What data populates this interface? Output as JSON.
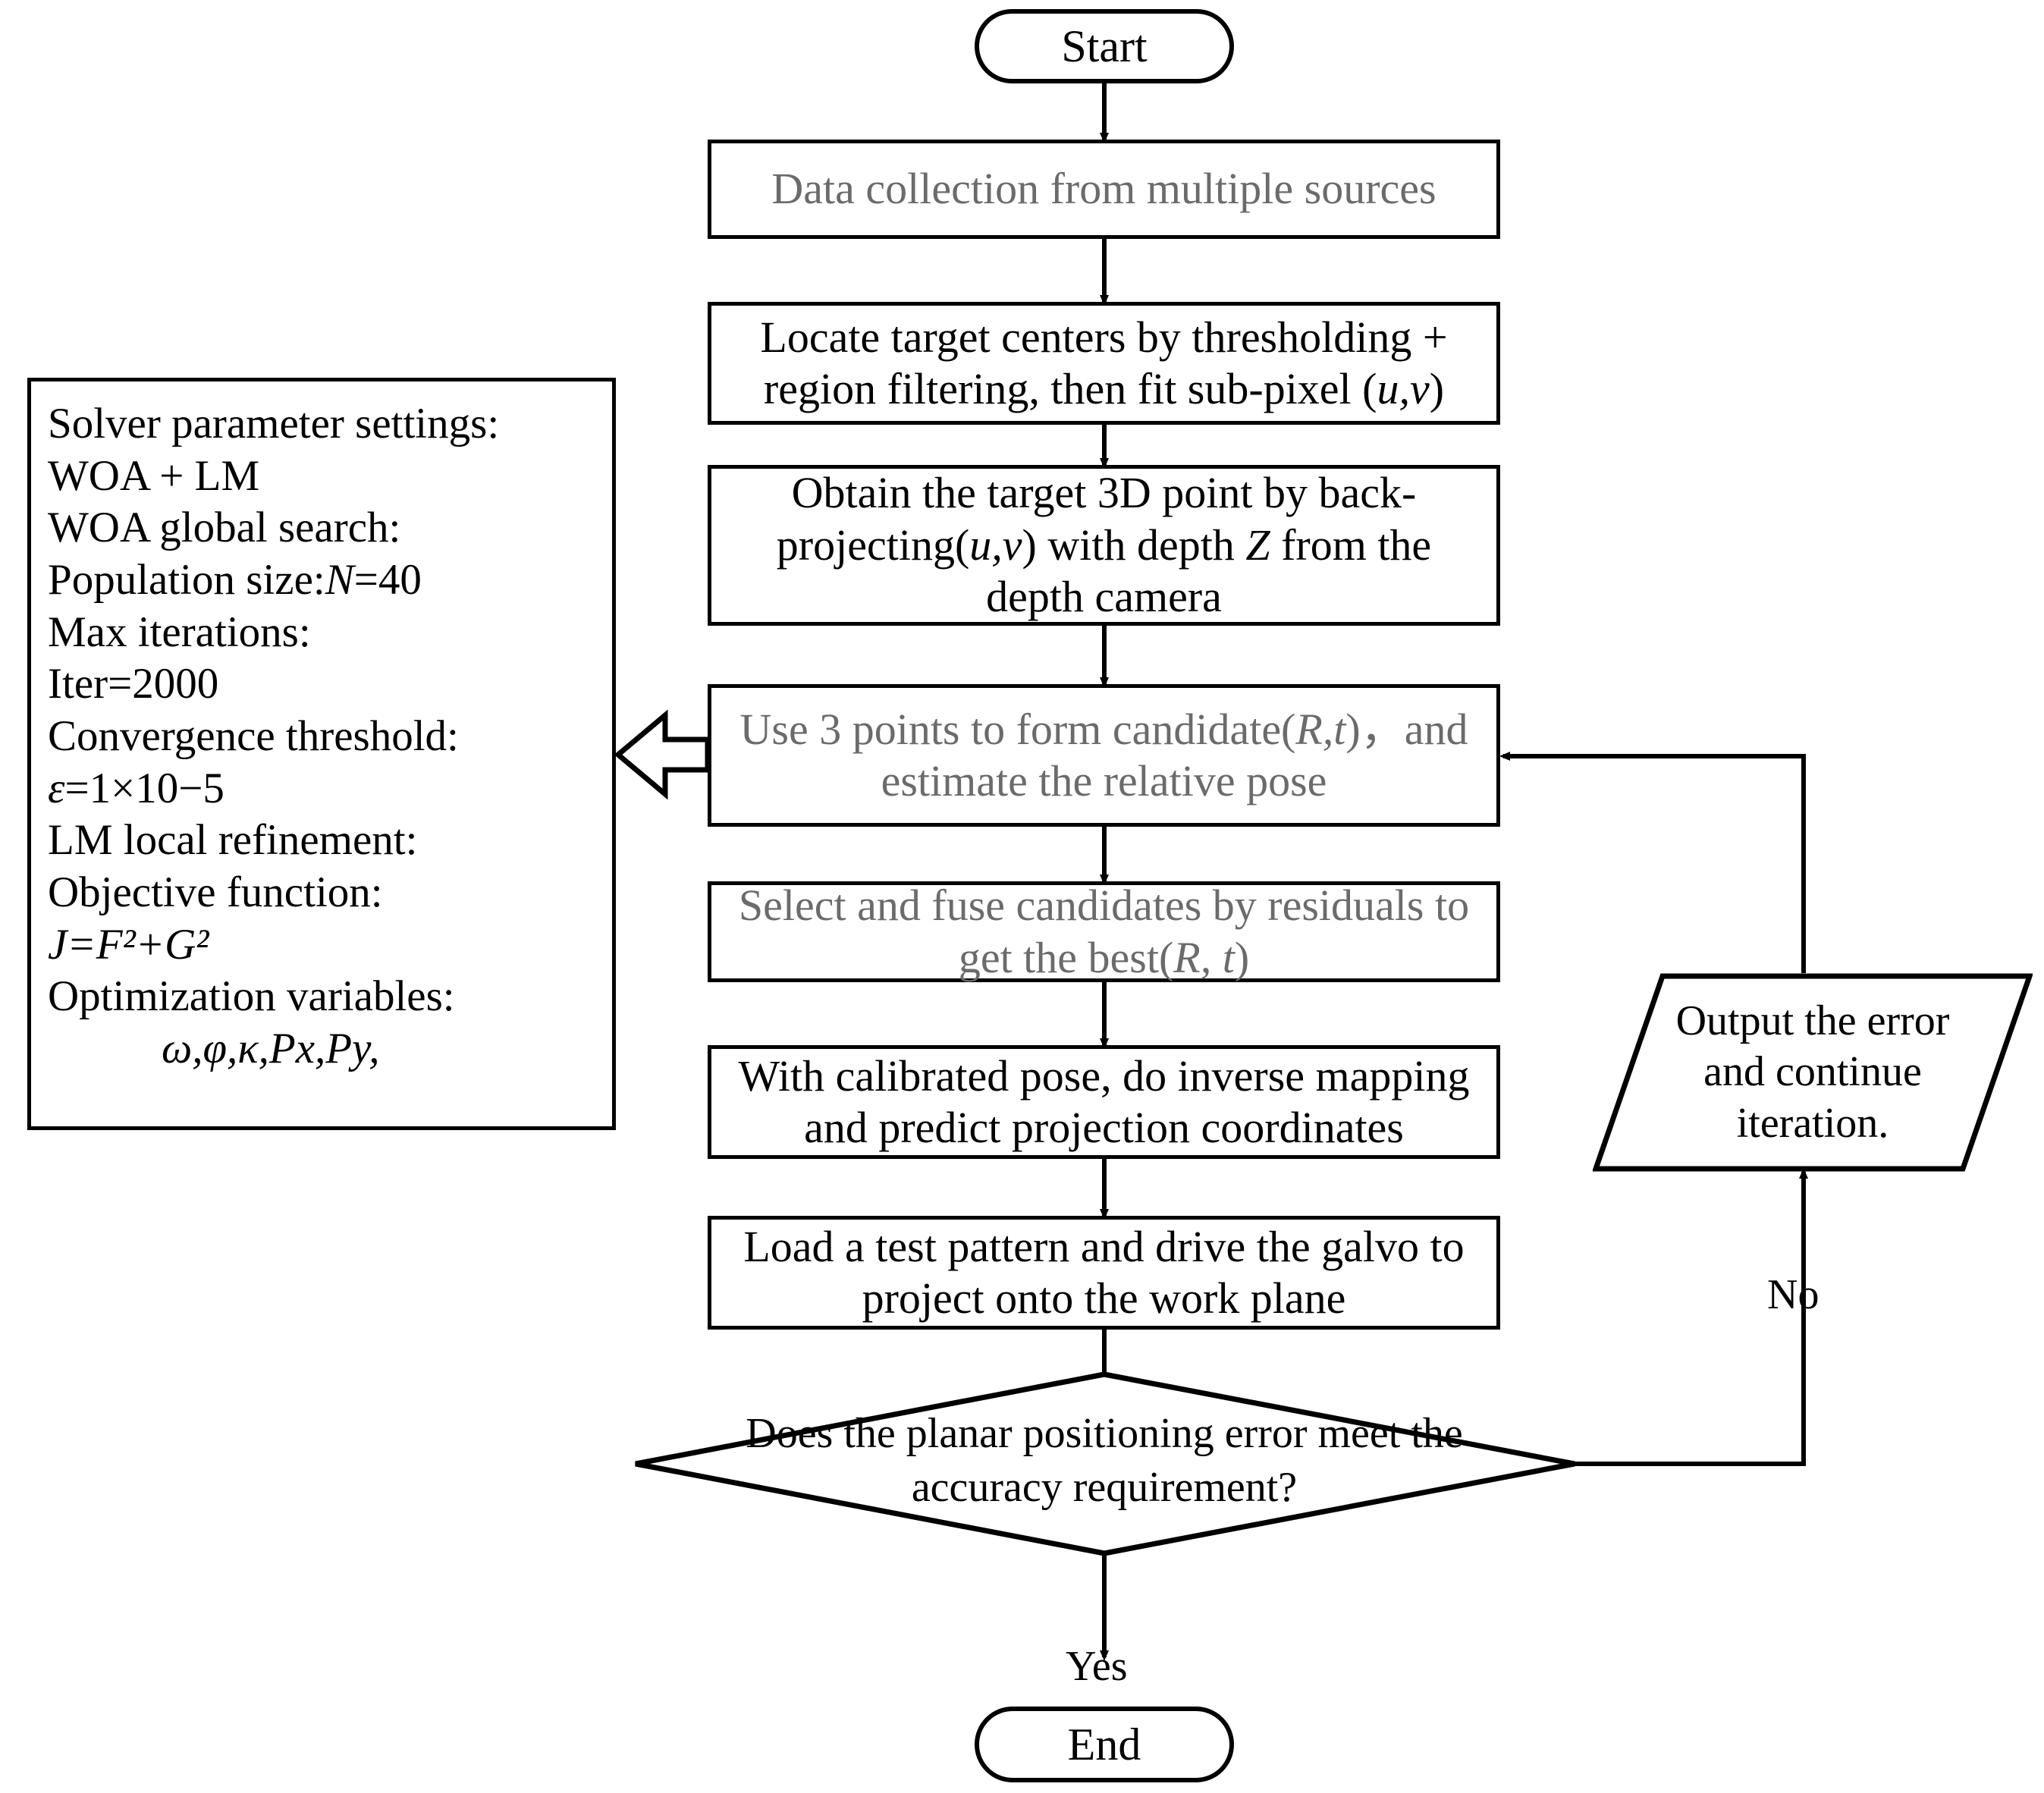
{
  "diagram": {
    "title": "Calibration and verification flowchart",
    "background": "#ffffff",
    "stroke_color": "#000000",
    "gray_text_color": "#6b6b6b"
  },
  "nodes": {
    "start": {
      "label": "Start",
      "shape": "terminator",
      "text_color": "black"
    },
    "data_collection": {
      "label": "Data collection from multiple sources",
      "shape": "process",
      "text_color": "gray"
    },
    "locate_targets": {
      "line1": "Locate target centers by thresholding +",
      "line2_pre": "region filtering, then fit sub-pixel (",
      "line2_math": "u,v",
      "line2_post": ")",
      "shape": "process",
      "text_color": "black"
    },
    "backproject": {
      "line1": "Obtain the target 3D point by back-",
      "line2_pre": "projecting(",
      "line2_math": "u,v",
      "line2_mid": ") with depth ",
      "line2_math2": "Z",
      "line2_post": " from the",
      "line3": "depth camera",
      "shape": "process",
      "text_color": "black"
    },
    "candidate": {
      "line1_pre": "Use 3 points to form candidate(",
      "line1_math": "R,t",
      "line1_post": ")，and",
      "line2": "estimate the relative pose",
      "shape": "process",
      "text_color": "gray"
    },
    "fuse": {
      "line1": "Select and fuse candidates by residuals to",
      "line2_pre": "get the best(",
      "line2_math": "R, t",
      "line2_post": ")",
      "shape": "process",
      "text_color": "gray"
    },
    "inverse_mapping": {
      "line1": "With calibrated pose, do inverse mapping",
      "line2": "and predict projection coordinates",
      "shape": "process",
      "text_color": "black"
    },
    "test_pattern": {
      "line1": "Load a test pattern and drive the galvo to",
      "line2": "project onto the work plane",
      "shape": "process",
      "text_color": "black"
    },
    "decision": {
      "line1": "Does the planar positioning error meet the",
      "line2": "accuracy requirement?",
      "shape": "diamond",
      "text_color": "black"
    },
    "output_error": {
      "line1": "Output the error",
      "line2": "and continue",
      "line3": "iteration.",
      "shape": "parallelogram",
      "text_color": "black"
    },
    "end": {
      "label": "End",
      "shape": "terminator",
      "text_color": "black"
    }
  },
  "edge_labels": {
    "yes": "Yes",
    "no": "No"
  },
  "param_box": {
    "lines": [
      {
        "text": "Solver parameter settings:",
        "indent": false
      },
      {
        "text": "WOA + LM",
        "indent": false
      },
      {
        "text": "WOA global search:",
        "indent": false
      },
      {
        "text": "Population size:",
        "math": "N",
        "tail": "=40",
        "indent": false
      },
      {
        "text": "Max iterations:",
        "indent": false
      },
      {
        "text": "Iter=2000",
        "indent": false
      },
      {
        "text": "Convergence threshold:",
        "indent": false
      },
      {
        "math": "ε",
        "tail": "=1×10−5",
        "indent": false
      },
      {
        "text": "LM local refinement:",
        "indent": false
      },
      {
        "text": "Objective function:",
        "indent": false
      },
      {
        "math": "J=F²+G²",
        "indent": false
      },
      {
        "text": "Optimization variables:",
        "indent": false
      },
      {
        "math": "ω,φ,κ,Px,Py,",
        "indent": true
      }
    ]
  }
}
